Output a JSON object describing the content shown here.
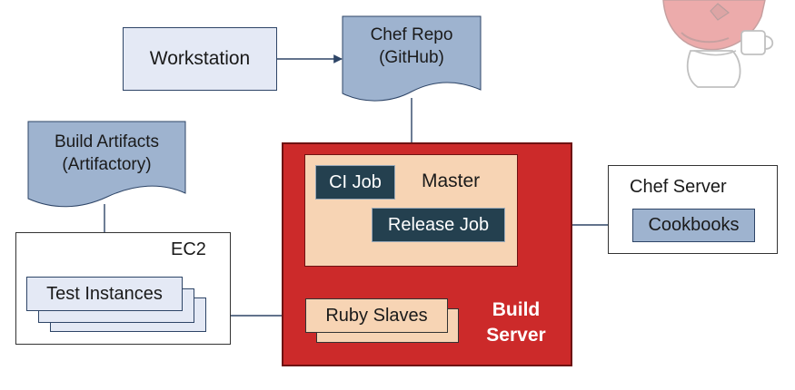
{
  "workstation": {
    "label": "Workstation"
  },
  "chef_repo": {
    "line1": "Chef Repo",
    "line2": "(GitHub)"
  },
  "build_artifacts": {
    "line1": "Build Artifacts",
    "line2": "(Artifactory)"
  },
  "build_server": {
    "master_label": "Master",
    "ci_job": "CI Job",
    "release_job": "Release Job",
    "ruby_slaves": "Ruby Slaves",
    "title_line1": "Build",
    "title_line2": "Server"
  },
  "chef_server": {
    "title": "Chef Server",
    "cookbooks": "Cookbooks"
  },
  "ec2": {
    "title": "EC2",
    "test_instances": "Test Instances"
  },
  "colors": {
    "doc_fill": "#9eb3cf",
    "light_fill": "#e4e9f5",
    "build_red": "#cc2a2a",
    "master_fill": "#f7d4b4",
    "job_fill": "#24404f",
    "arrow": "#2e4567"
  }
}
